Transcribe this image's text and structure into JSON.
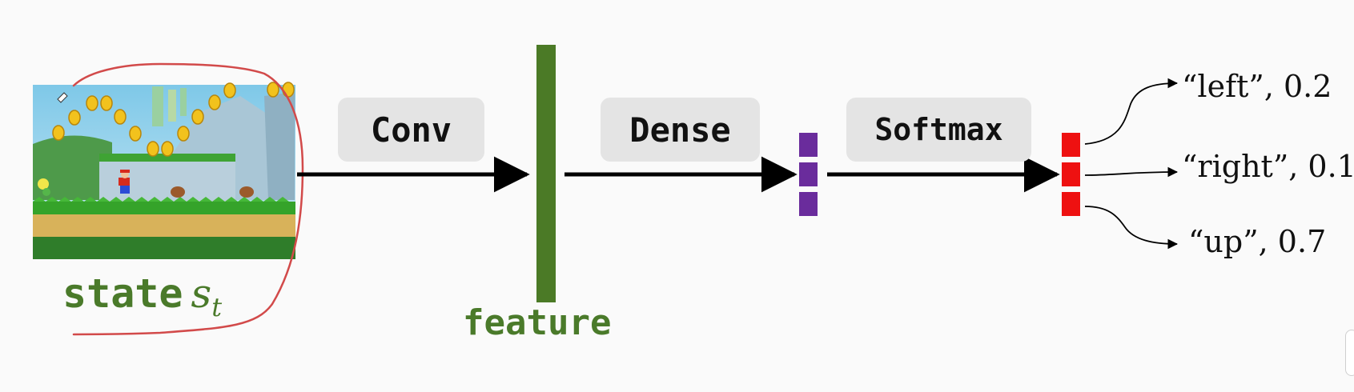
{
  "stages": {
    "conv_label": "Conv",
    "dense_label": "Dense",
    "softmax_label": "Softmax"
  },
  "state": {
    "label": "state",
    "symbol": "s",
    "subscript": "t"
  },
  "feature": {
    "label": "feature"
  },
  "actions": [
    {
      "label": "“left”, 0.2"
    },
    {
      "label": "“right”, 0.1"
    },
    {
      "label": "“up”, 0.7"
    }
  ],
  "colors": {
    "feature_bar": "#4b7a26",
    "dense_units": "#6a2c9c",
    "softmax_units": "#ee1111",
    "annotation": "#d24a4a",
    "label_green": "#4a7a2a",
    "box_fill": "#e4e4e4"
  }
}
